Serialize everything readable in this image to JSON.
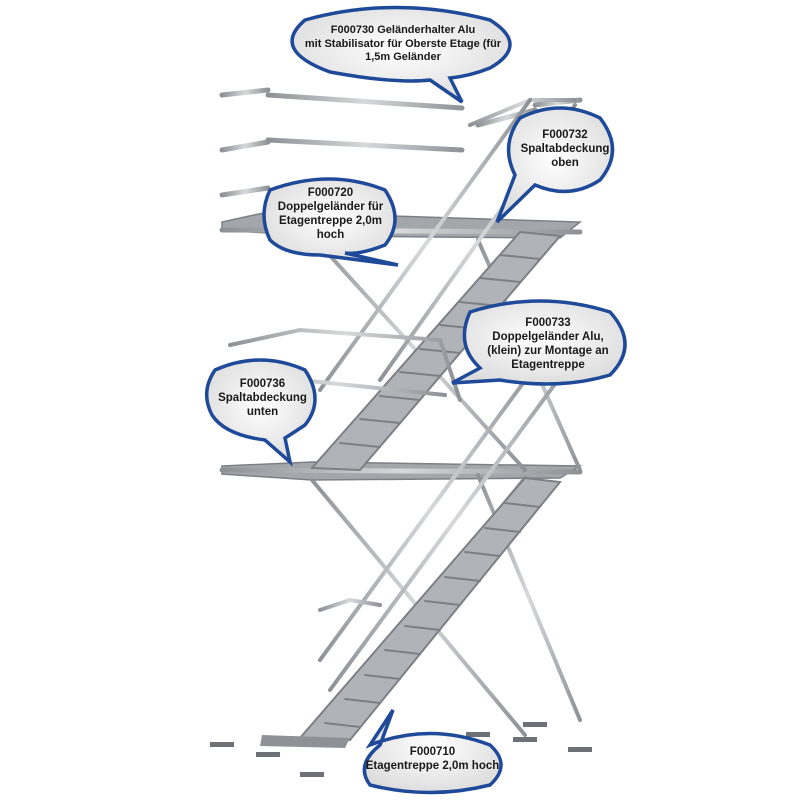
{
  "callouts": [
    {
      "id": "F000730",
      "text": "F000730 Geländerhalter Alu\nmit Stabilisator für Oberste Etage (für\n1,5m Geländer"
    },
    {
      "id": "F000732",
      "text": "F000732\nSpaltabdeckung\noben"
    },
    {
      "id": "F000720",
      "text": "F000720\nDoppelgeländer für\nEtagentreppe 2,0m\nhoch"
    },
    {
      "id": "F000733",
      "text": "F000733\nDoppelgeländer Alu,\n(klein) zur Montage an\nEtagentreppe"
    },
    {
      "id": "F000736",
      "text": "F000736\nSpaltabdeckung\nunten"
    },
    {
      "id": "F000710",
      "text": "F000710\nEtagentreppe 2,0m hoch"
    }
  ],
  "colors": {
    "bubble_border": "#1f4a9a",
    "bubble_fill": "#e9e9e9",
    "metal": "#b9bcc0",
    "metal_dark": "#8e9296",
    "deck": "#9a9da1"
  }
}
